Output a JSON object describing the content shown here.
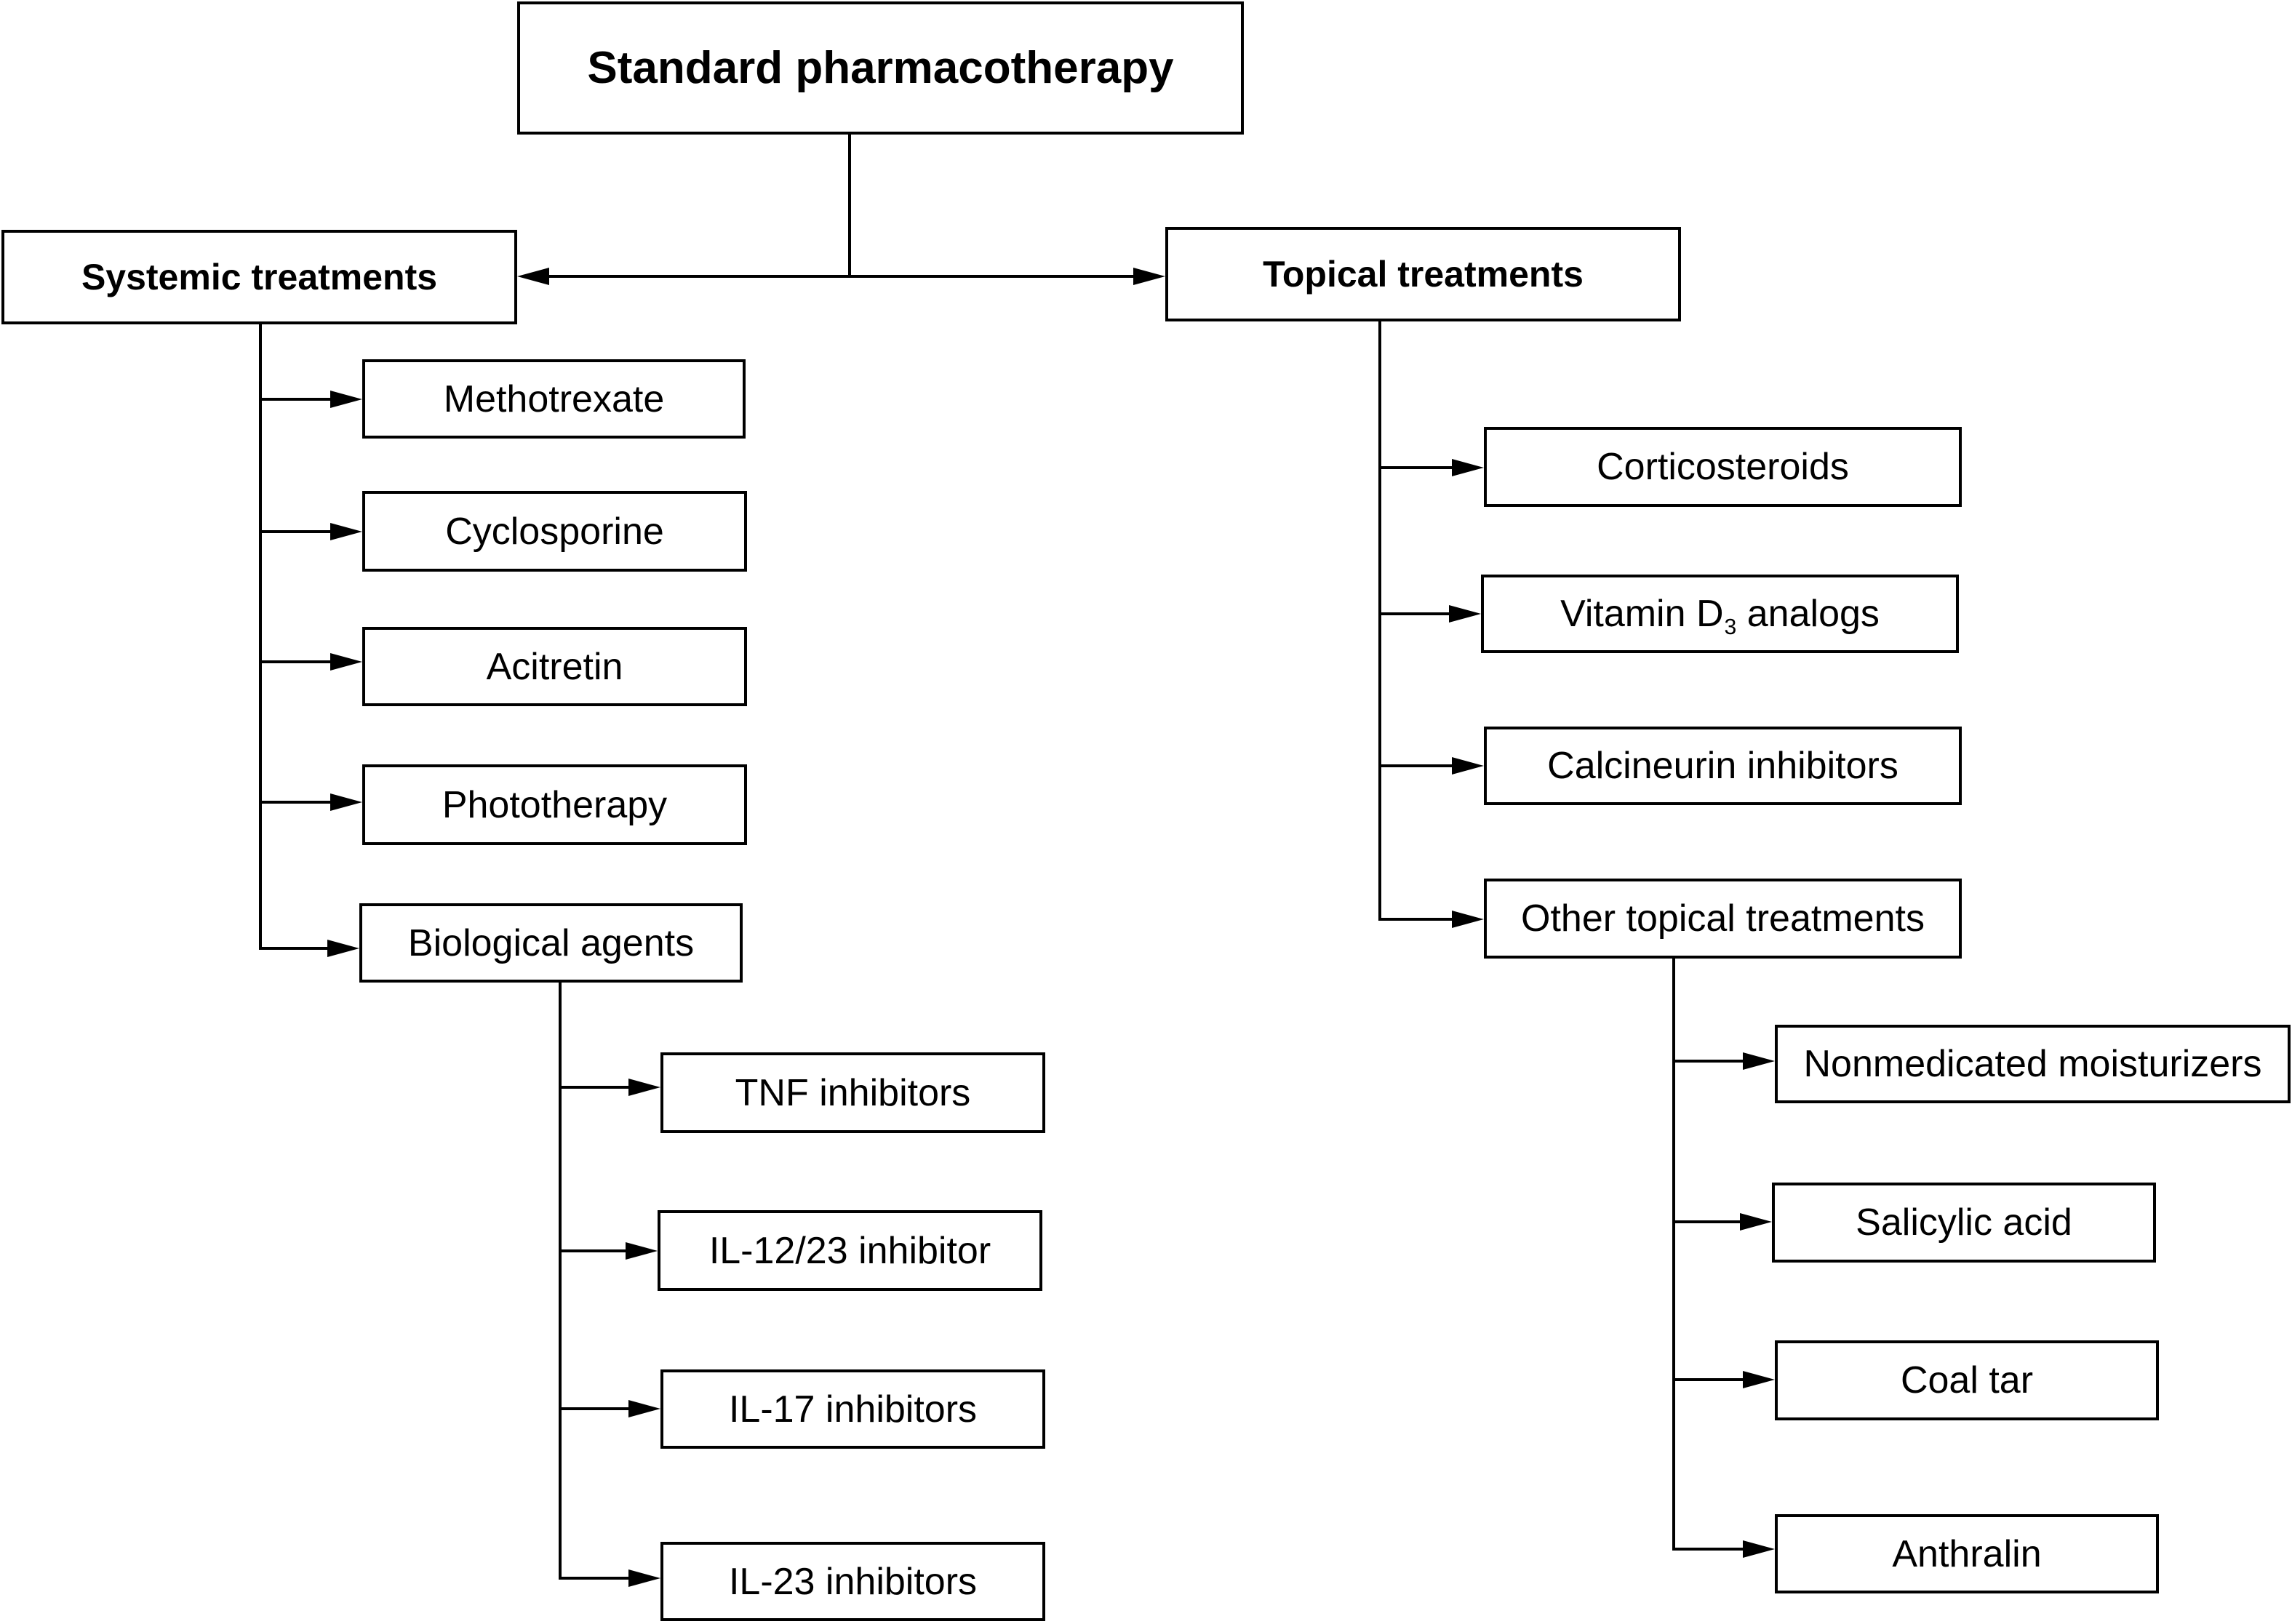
{
  "diagram": {
    "root": {
      "label": "Standard pharmacotherapy"
    },
    "systemic": {
      "label": "Systemic treatments",
      "items": [
        "Methotrexate",
        "Cyclosporine",
        "Acitretin",
        "Phototherapy",
        "Biological agents"
      ],
      "biological_agents": {
        "items": [
          "TNF inhibitors",
          "IL-12/23 inhibitor",
          "IL-17 inhibitors",
          "IL-23 inhibitors"
        ]
      }
    },
    "topical": {
      "label": "Topical treatments",
      "corticosteroids": "Corticosteroids",
      "vitamin_d3_analogs": {
        "prefix": "Vitamin D",
        "subscript": "3",
        "suffix": " analogs"
      },
      "calcineurin_inhibitors": "Calcineurin inhibitors",
      "other_topical_treatments": {
        "label": "Other topical treatments",
        "items": [
          "Nonmedicated moisturizers",
          "Salicylic acid",
          "Coal tar",
          "Anthralin"
        ]
      }
    }
  },
  "colors": {
    "line": "#000000",
    "border": "#000000",
    "text": "#000000",
    "background": "#ffffff"
  }
}
